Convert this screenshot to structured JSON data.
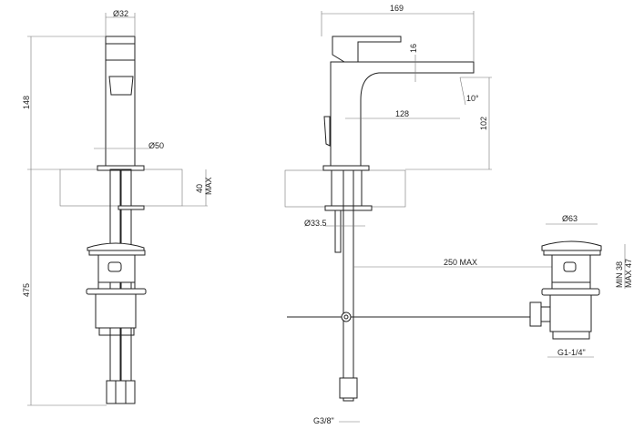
{
  "left_view": {
    "dia_top": "Ø32",
    "height_upper": "148",
    "dia_base": "Ø50",
    "counter_thickness": "40",
    "counter_thickness_max": "MAX",
    "height_total": "475"
  },
  "side_view": {
    "width": "169",
    "spout_thickness": "16",
    "angle": "10°",
    "reach": "128",
    "spout_height": "102",
    "nut_dia": "Ø33.5",
    "rod_length": "250 MAX",
    "connection": "G3/8\""
  },
  "waste_view": {
    "dia_cap": "Ø63",
    "range_min": "MIN 38",
    "range_max": "MAX 47",
    "thread": "G1-1/4\""
  }
}
